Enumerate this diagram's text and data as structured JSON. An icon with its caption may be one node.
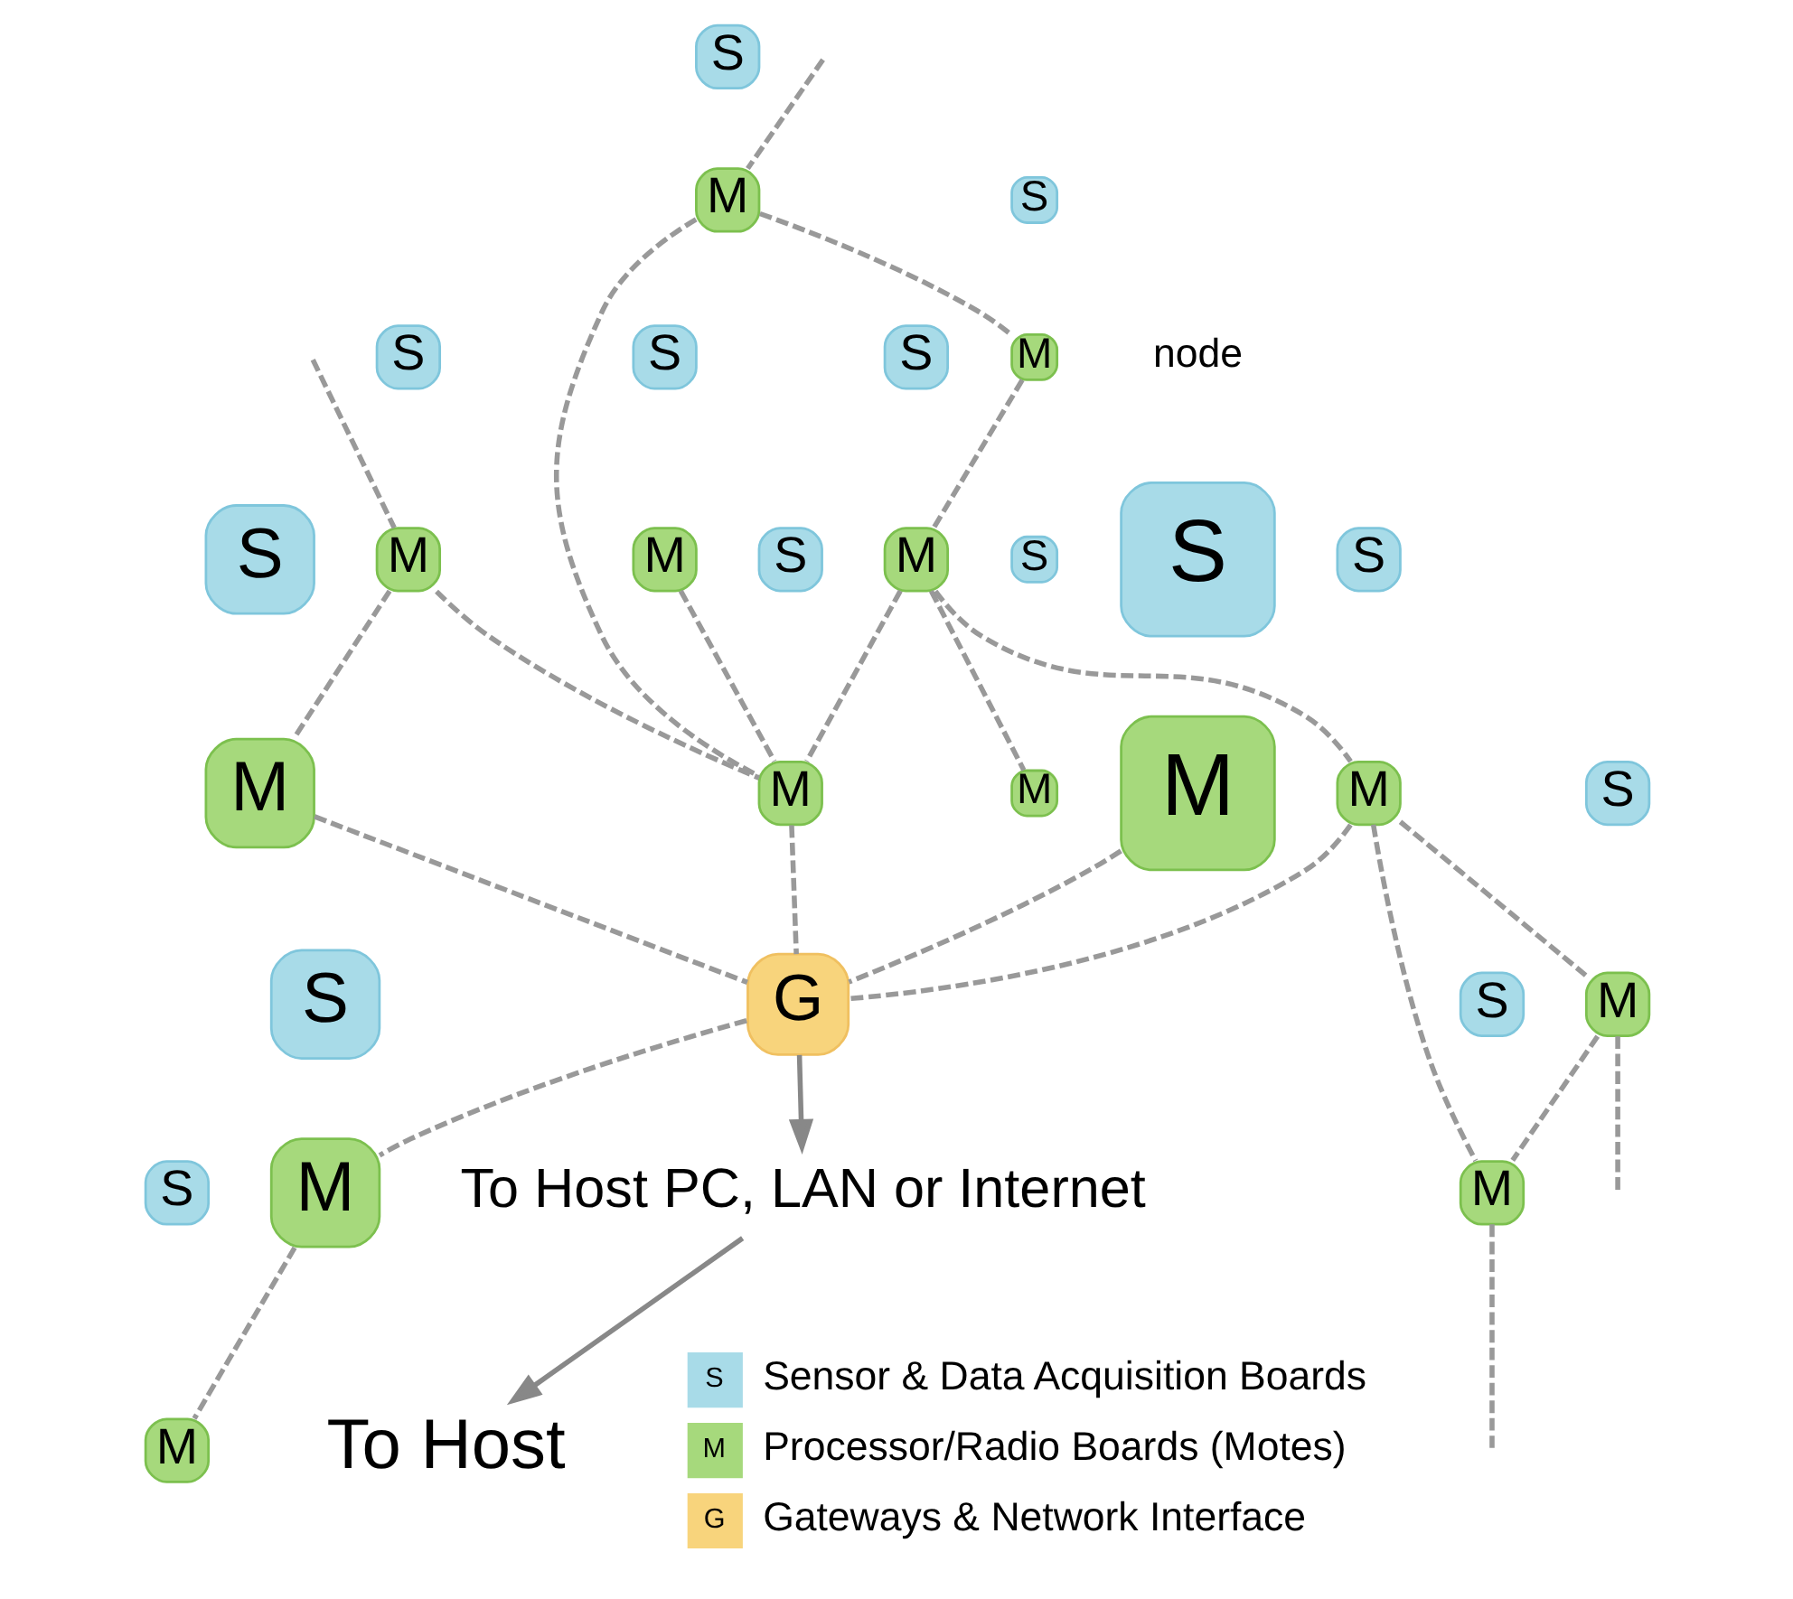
{
  "diagram": {
    "nodes": [
      {
        "text": [
          "S"
        ]
      },
      {
        "text": [
          "M"
        ]
      },
      {
        "text": [
          "S"
        ]
      },
      {
        "text": [
          "M"
        ]
      },
      {
        "text": [
          "S"
        ]
      },
      {
        "text": [
          "M"
        ]
      },
      {
        "text": [
          "S"
        ]
      },
      {
        "text": [
          "M"
        ]
      },
      {
        "text": [
          "S"
        ]
      },
      {
        "text": [
          "M"
        ]
      },
      {
        "text": [
          "S"
        ]
      },
      {
        "text": [
          "M"
        ]
      },
      {
        "text": [
          "S"
        ]
      },
      {
        "text": [
          "M"
        ]
      },
      {
        "text": [
          "S"
        ]
      },
      {
        "text": [
          "M"
        ]
      },
      {
        "text": [
          "S"
        ]
      },
      {
        "text": [
          "M"
        ]
      },
      {
        "text": [
          "S"
        ]
      },
      {
        "text": [
          "M"
        ]
      },
      {
        "text": [
          "G"
        ]
      },
      {
        "text": [
          "S"
        ]
      },
      {
        "text": [
          "M"
        ]
      },
      {
        "text": [
          "S"
        ]
      },
      {
        "text": [
          "M"
        ]
      },
      {
        "text": [
          "S"
        ]
      },
      {
        "text": [
          "M"
        ]
      },
      {
        "text": [
          "S"
        ]
      },
      {
        "text": [
          "M"
        ]
      },
      {
        "text": [
          "To Host PC, LAN or Internet"
        ]
      },
      {
        "text": [
          "To Host"
        ]
      }
    ],
    "edges": [
      {
        "from": null,
        "to": 1,
        "arrow": "none",
        "style": "dashed"
      },
      {
        "from": 1,
        "to": 3,
        "arrow": "none",
        "style": "dashed"
      },
      {
        "from": 1,
        "to": 13,
        "arrow": "none",
        "style": "dashed"
      },
      {
        "from": 3,
        "to": 5,
        "arrow": "none",
        "style": "dashed"
      },
      {
        "from": 5,
        "to": 13,
        "arrow": "none",
        "style": "dashed"
      },
      {
        "from": 5,
        "to": 7,
        "arrow": "none",
        "style": "dashed"
      },
      {
        "from": 5,
        "to": 15,
        "arrow": "none",
        "style": "dashed"
      },
      {
        "from": 15,
        "to": 9,
        "arrow": "none",
        "style": "dashed"
      },
      {
        "from": 9,
        "to": null,
        "arrow": "none",
        "style": "dashed"
      },
      {
        "from": 9,
        "to": 17,
        "arrow": "none",
        "style": "dashed"
      },
      {
        "from": 11,
        "to": 13,
        "arrow": "none",
        "style": "dashed"
      },
      {
        "from": 15,
        "to": 17,
        "arrow": "none",
        "style": "dashed"
      },
      {
        "from": 17,
        "to": null,
        "arrow": "none",
        "style": "dashed"
      },
      {
        "from": 13,
        "to": 20,
        "arrow": "none",
        "style": "dashed"
      },
      {
        "from": 15,
        "to": 20,
        "arrow": "none",
        "style": "dashed"
      },
      {
        "from": null,
        "to": 19,
        "arrow": "none",
        "style": "dashed"
      },
      {
        "from": 19,
        "to": 13,
        "arrow": "none",
        "style": "dashed"
      },
      {
        "from": 19,
        "to": 24,
        "arrow": "none",
        "style": "dashed"
      },
      {
        "from": 24,
        "to": 20,
        "arrow": "none",
        "style": "dashed"
      },
      {
        "from": 20,
        "to": 26,
        "arrow": "none",
        "style": "dashed"
      },
      {
        "from": 26,
        "to": 22,
        "arrow": "none",
        "style": "dashed"
      },
      {
        "from": 28,
        "to": 20,
        "arrow": "none",
        "style": "dashed"
      },
      {
        "from": 20,
        "to": 29,
        "arrow": "to"
      },
      {
        "from": 29,
        "to": 30,
        "arrow": "to"
      }
    ],
    "labels": [
      "node",
      "S",
      "M",
      "G"
    ],
    "legend": [
      {
        "text": "Sensor & Data Acquisition Boards",
        "color": "#a8dbe8"
      },
      {
        "text": "Processor/Radio Boards (Motes)",
        "color": "#a6d97c"
      },
      {
        "text": "Gateways & Network Interface",
        "color": "#f8d47c"
      }
    ]
  }
}
